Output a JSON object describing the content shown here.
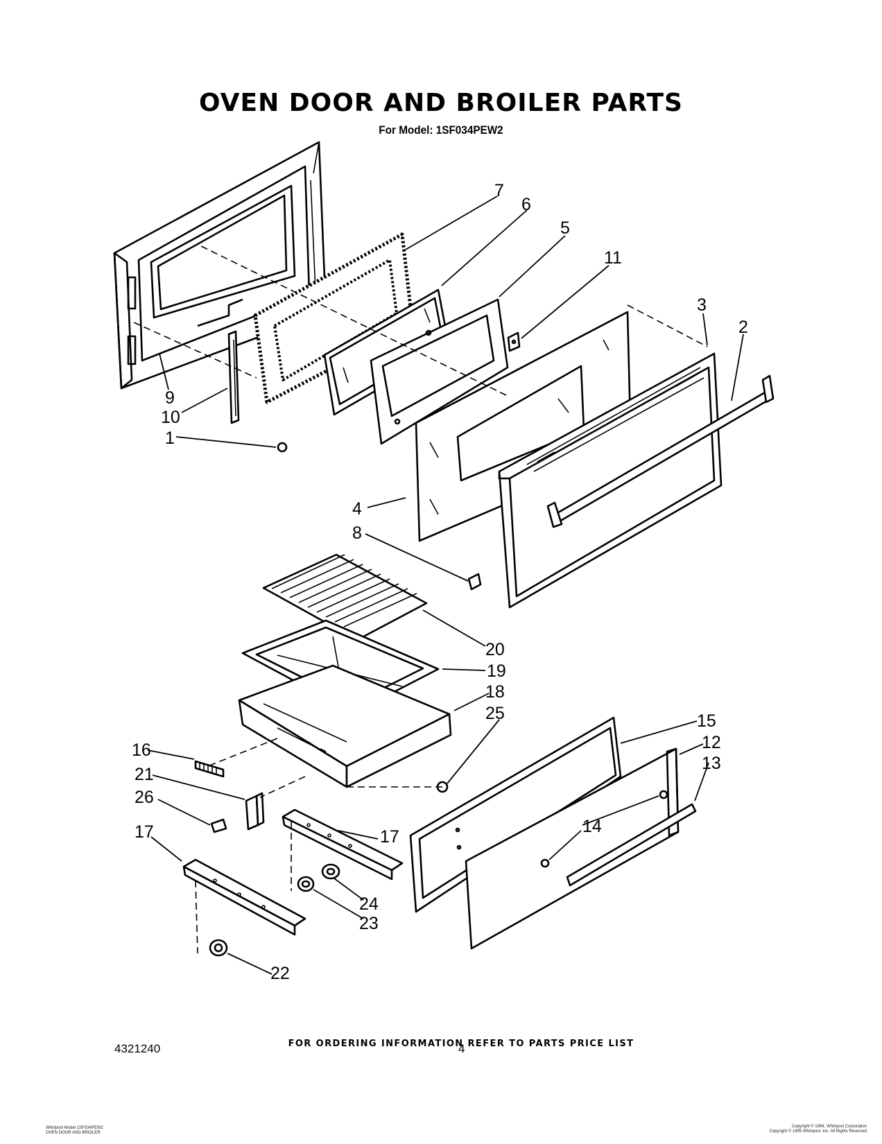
{
  "header": {
    "title": "OVEN DOOR AND BROILER PARTS",
    "model_line": "For Model: 1SF034PEW2"
  },
  "callouts": [
    "1",
    "2",
    "3",
    "4",
    "5",
    "6",
    "7",
    "8",
    "9",
    "10",
    "11",
    "12",
    "13",
    "14",
    "15",
    "16",
    "17",
    "18",
    "19",
    "20",
    "21",
    "22",
    "23",
    "24",
    "25",
    "26"
  ],
  "footer": {
    "ordering_note": "FOR ORDERING INFORMATION REFER TO PARTS PRICE LIST",
    "document_number": "4321240",
    "page_number": "4",
    "fine_print_left": [
      "Whirlpool Model 1SF034PEW2",
      "OVEN DOOR AND BROILER"
    ],
    "fine_print_right": [
      "Copyright © 1994, Whirlpool Corporation",
      "Copyright © 1995 Whirlpool, Inc. All Rights Reserved"
    ]
  },
  "colors": {
    "ink": "#000000",
    "paper": "#ffffff"
  }
}
